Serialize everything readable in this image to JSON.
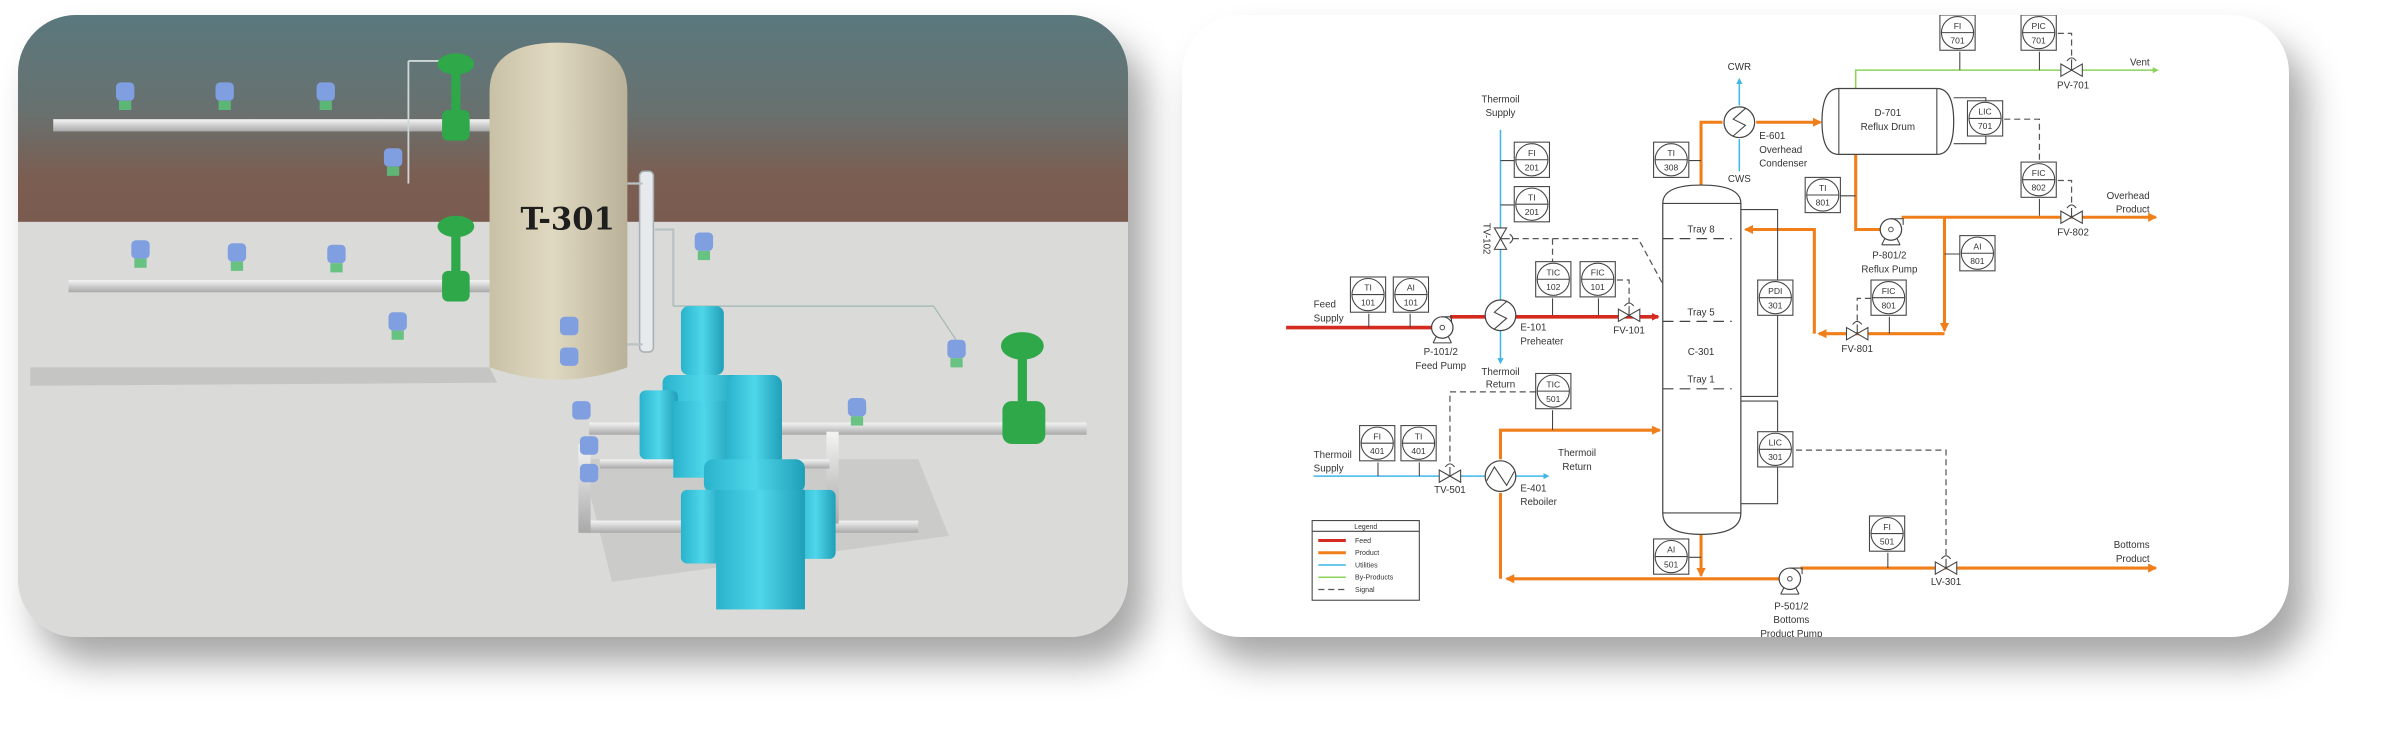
{
  "scene_3d": {
    "tank_label": "T-301",
    "colors": {
      "sky": "#5d7a7e",
      "horizon": "#7b5d51",
      "floor": "#dadad8",
      "tank": "#d8d0b6",
      "pump": "#3cc6dc",
      "valve": "#2fa84a",
      "transmitter": "#7f9fe0"
    }
  },
  "pid": {
    "colors": {
      "feed": "#d42a1f",
      "product": "#f07f1a",
      "utilities": "#3fb6e6",
      "by_products": "#8bd35a",
      "signal": "#555555"
    },
    "labels": {
      "feed_supply": [
        "Feed",
        "Supply"
      ],
      "feed_pump": [
        "P-101/2",
        "Feed Pump"
      ],
      "preheater": [
        "E-101",
        "Preheater"
      ],
      "fv101": "FV-101",
      "thermoil_return_1": [
        "Thermoil",
        "Return"
      ],
      "thermoil_supply_1": [
        "Thermoil",
        "Supply"
      ],
      "tv102": "TV-102",
      "cwr": "CWR",
      "cws": "CWS",
      "condenser": [
        "E-601",
        "Overhead",
        "Condenser"
      ],
      "drum": [
        "D-701",
        "Reflux Drum"
      ],
      "vent": "Vent",
      "pv701": "PV-701",
      "overhead_product": [
        "Overhead",
        "Product"
      ],
      "fv802": "FV-802",
      "reflux_pump": [
        "P-801/2",
        "Reflux Pump"
      ],
      "fv801": "FV-801",
      "column": {
        "tray8": "Tray 8",
        "tray5": "Tray 5",
        "name": "C-301",
        "tray1": "Tray 1"
      },
      "thermoil_supply_2": [
        "Thermoil",
        "Supply"
      ],
      "tv501": "TV-501",
      "reboiler": [
        "E-401",
        "Reboiler"
      ],
      "thermoil_return_2": [
        "Thermoil",
        "Return"
      ],
      "bottoms_pump": [
        "P-501/2",
        "Bottoms",
        "Product Pump"
      ],
      "lv301": "LV-301",
      "bottoms_product": [
        "Bottoms",
        "Product"
      ]
    },
    "instruments": [
      {
        "tag": "TI",
        "num": "101"
      },
      {
        "tag": "AI",
        "num": "101"
      },
      {
        "tag": "FI",
        "num": "201"
      },
      {
        "tag": "TI",
        "num": "201"
      },
      {
        "tag": "TIC",
        "num": "102"
      },
      {
        "tag": "FIC",
        "num": "101"
      },
      {
        "tag": "TI",
        "num": "308"
      },
      {
        "tag": "PDI",
        "num": "301"
      },
      {
        "tag": "TIC",
        "num": "501"
      },
      {
        "tag": "FI",
        "num": "401"
      },
      {
        "tag": "TI",
        "num": "401"
      },
      {
        "tag": "LIC",
        "num": "301"
      },
      {
        "tag": "AI",
        "num": "501"
      },
      {
        "tag": "FI",
        "num": "501"
      },
      {
        "tag": "FI",
        "num": "701"
      },
      {
        "tag": "PIC",
        "num": "701"
      },
      {
        "tag": "LIC",
        "num": "701"
      },
      {
        "tag": "TI",
        "num": "801"
      },
      {
        "tag": "FIC",
        "num": "802"
      },
      {
        "tag": "AI",
        "num": "801"
      },
      {
        "tag": "FIC",
        "num": "801"
      }
    ],
    "legend": {
      "title": "Legend",
      "items": [
        {
          "label": "Feed",
          "style": "feed"
        },
        {
          "label": "Product",
          "style": "product"
        },
        {
          "label": "Utilities",
          "style": "utilities"
        },
        {
          "label": "By-Products",
          "style": "by_products"
        },
        {
          "label": "Signal",
          "style": "signal"
        }
      ]
    }
  }
}
